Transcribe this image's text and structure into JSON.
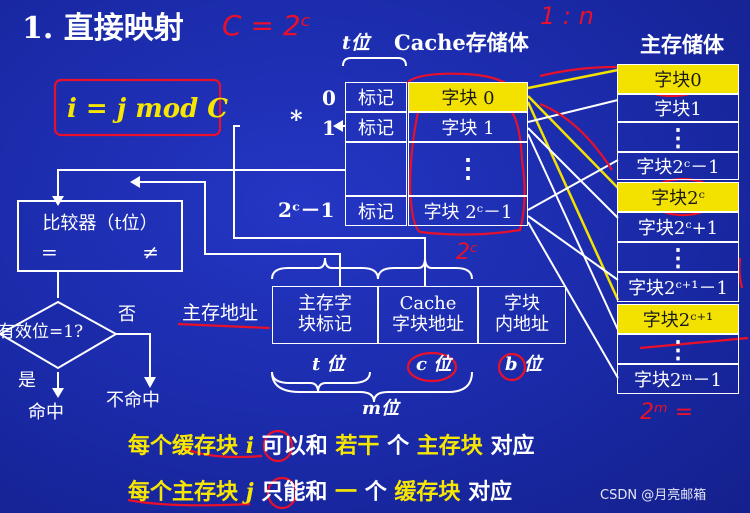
{
  "title": "1. 直接映射",
  "formula": "i = j mod C",
  "cache": {
    "header_t": "t位",
    "header": "Cache存储体",
    "row_labels": [
      "0",
      "1",
      "2ᶜ－1"
    ],
    "star": "*",
    "tag_label": "标记",
    "blocks": [
      "字块 0",
      "字块 1",
      "字块 2ᶜ－1"
    ],
    "dots": "⋮"
  },
  "memory": {
    "header": "主存储体",
    "blocks": [
      "字块0",
      "字块1",
      "字块2ᶜ－1",
      "字块2ᶜ",
      "字块2ᶜ+1",
      "字块2ᶜ⁺¹－1",
      "字块2ᶜ⁺¹",
      "字块2ᵐ－1"
    ],
    "dots": "⋮"
  },
  "comparator": {
    "label": "比较器（t位）",
    "eq": "=",
    "neq": "≠"
  },
  "valid": {
    "label": "有效位=1?",
    "no": "否",
    "yes": "是",
    "hit": "命中",
    "miss": "不命中"
  },
  "address": {
    "label": "主存地址",
    "fields": [
      "主存字\n块标记",
      "Cache\n字块地址",
      "字块\n内地址"
    ],
    "bits": [
      "t 位",
      "c 位",
      "b 位"
    ],
    "total": "m位"
  },
  "notes": {
    "line1": [
      "每个缓存块",
      "i",
      "可以和",
      "若干",
      "个",
      "主存块",
      "对应"
    ],
    "line2": [
      "每个主存块",
      "j",
      "只能和",
      "一",
      "个",
      "缓存块",
      "对应"
    ]
  },
  "handwriting": {
    "c_eq": "C = 2ᶜ",
    "ratio": "1 : n",
    "two_c": "2ᶜ",
    "two_m": "2ᵐ ="
  },
  "watermark": "CSDN @月亮邮箱",
  "colors": {
    "background": "#1a2aa8",
    "highlight": "#f3e200",
    "ink_red": "#e8102a",
    "yellow_text": "#f7e600"
  }
}
